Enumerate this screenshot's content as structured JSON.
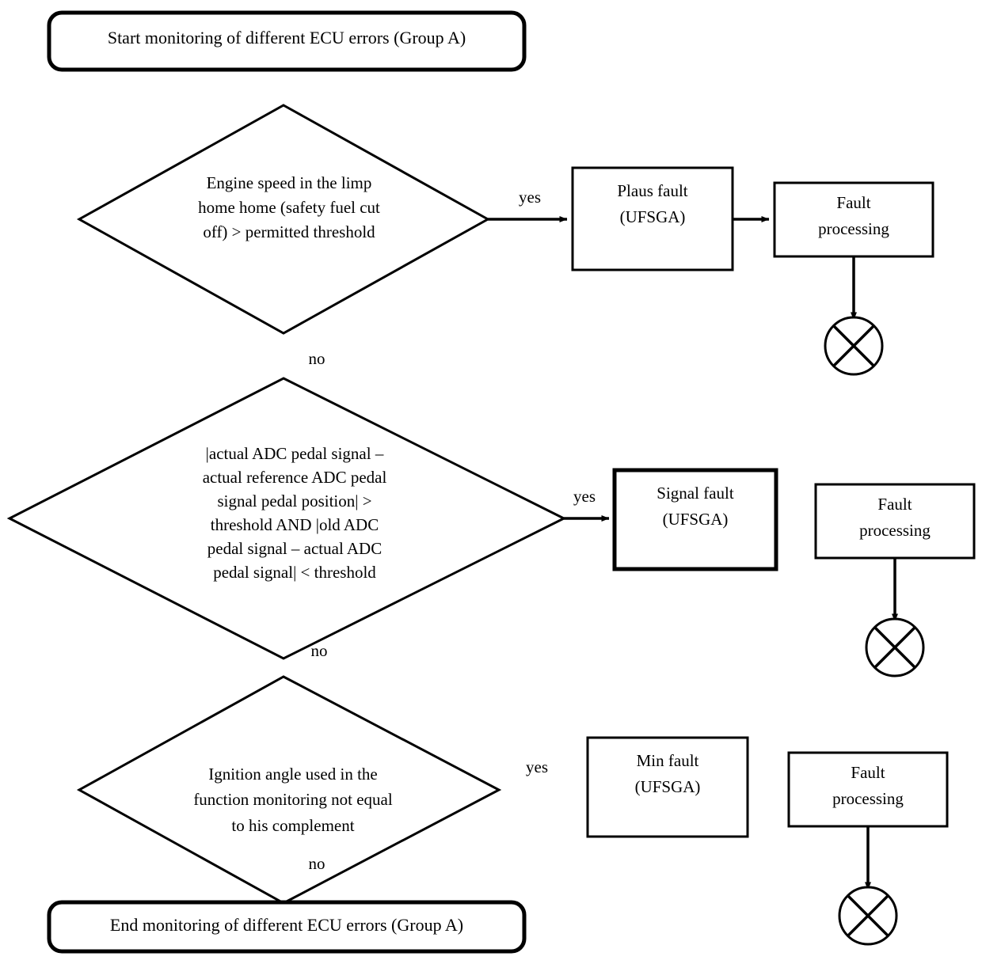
{
  "diagram": {
    "title": "ECU error monitoring flowchart (Group A)",
    "colors": {
      "background": "#ffffff",
      "stroke": "#000000",
      "text": "#000000"
    },
    "terminators": {
      "start": "Start monitoring of different ECU errors (Group A)",
      "end": "End monitoring of different ECU errors (Group A)"
    },
    "decisions": [
      {
        "id": "decision-engine-speed",
        "lines": [
          "Engine speed in the limp",
          "home home (safety fuel cut",
          "off) > permitted threshold"
        ],
        "yes_label": "yes",
        "no_label": "no"
      },
      {
        "id": "decision-adc-pedal-signal",
        "lines": [
          "|actual ADC pedal signal –",
          "actual reference ADC pedal",
          "signal pedal position| >",
          "threshold AND |old ADC",
          "pedal signal – actual ADC",
          "pedal signal| < threshold"
        ],
        "yes_label": "yes",
        "no_label": "no"
      },
      {
        "id": "decision-ignition-angle",
        "lines": [
          "Ignition angle used in the",
          "function monitoring not equal",
          "to his complement"
        ],
        "yes_label": "yes",
        "no_label": "no"
      }
    ],
    "fault_boxes": [
      {
        "id": "plaus-fault",
        "line1": "Plaus fault",
        "line2": "(UFSGA)"
      },
      {
        "id": "signal-fault",
        "line1": "Signal fault",
        "line2": "(UFSGA)"
      },
      {
        "id": "min-fault",
        "line1": "Min fault",
        "line2": "(UFSGA)"
      }
    ],
    "processing_boxes": [
      {
        "id": "fault-processing-1",
        "line1": "Fault",
        "line2": "processing"
      },
      {
        "id": "fault-processing-2",
        "line1": "Fault",
        "line2": "processing"
      },
      {
        "id": "fault-processing-3",
        "line1": "Fault",
        "line2": "processing"
      }
    ],
    "terminal_symbols": [
      {
        "id": "crossed-circle-1",
        "glyph": "crossed-circle-icon"
      },
      {
        "id": "crossed-circle-2",
        "glyph": "crossed-circle-icon"
      },
      {
        "id": "crossed-circle-3",
        "glyph": "crossed-circle-icon"
      }
    ]
  }
}
